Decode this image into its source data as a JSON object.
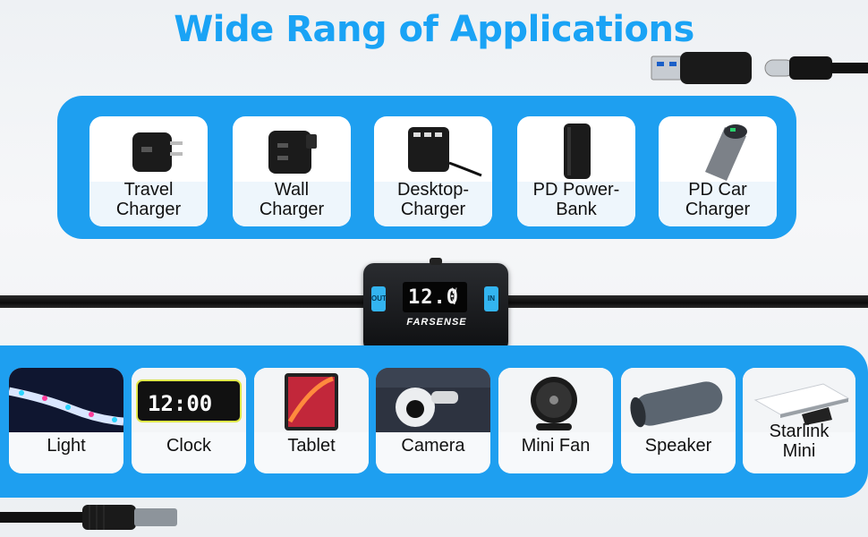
{
  "title": "Wide Rang of Applications",
  "sources": [
    {
      "label": "Travel\nCharger",
      "icon": "travel-charger-icon"
    },
    {
      "label": "Wall\nCharger",
      "icon": "wall-charger-icon"
    },
    {
      "label": "Desktop-\nCharger",
      "icon": "desktop-charger-icon"
    },
    {
      "label": "PD Power-\nBank",
      "icon": "power-bank-icon"
    },
    {
      "label": "PD Car\nCharger",
      "icon": "car-charger-icon"
    }
  ],
  "devices": [
    {
      "label": "Light",
      "icon": "led-strip-icon"
    },
    {
      "label": "Clock",
      "icon": "clock-icon"
    },
    {
      "label": "Tablet",
      "icon": "tablet-icon"
    },
    {
      "label": "Camera",
      "icon": "camera-icon"
    },
    {
      "label": "Mini Fan",
      "icon": "fan-icon"
    },
    {
      "label": "Speaker",
      "icon": "speaker-icon"
    },
    {
      "label": "Starlink\nMini",
      "icon": "starlink-icon"
    }
  ],
  "converter": {
    "reading": "12.0",
    "unit_top": "W",
    "unit_bottom": "V",
    "brand": "FARSENSE",
    "out_label": "OUT",
    "in_label": "IN"
  },
  "accent_color": "#1e9ff0",
  "title_color": "#1aa3f5",
  "clock_reading": "12:00"
}
